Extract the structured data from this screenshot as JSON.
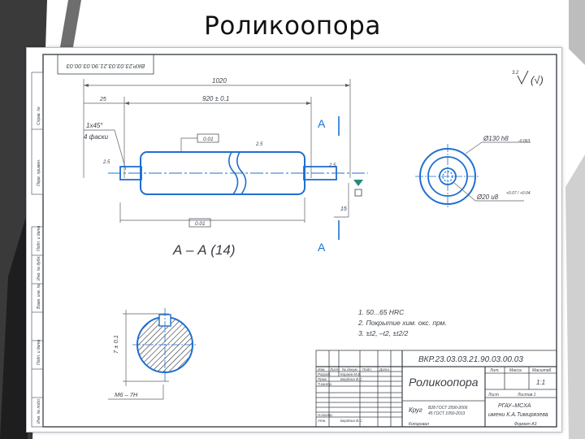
{
  "slide": {
    "title": "Роликоопора"
  },
  "drawing": {
    "doc_number": "ВКР.23.03.03.21.90.03.00.03",
    "doc_number_rotated": "ВКР.23.03.03.21.90.03.00.03",
    "roughness": "(√)",
    "roughness_value": "3.2",
    "dim_total": "1020",
    "dim_center": "920 ± 0.1",
    "dim_offset": "25",
    "chamfer": "1x45°",
    "chamfer_note": "4 фаски",
    "section_letter": "А",
    "section_label": "А – А (14)",
    "runout_top": "0.01",
    "runout_bottom": "0.01",
    "rough_small_1": "2.5",
    "rough_small_2": "2.5",
    "rough_small_3": "2.5",
    "dim_15": "15",
    "dia_outer": "Ø130 h8",
    "dia_outer_tol": "-0.063",
    "dia_inner": "Ø20 u8",
    "dia_inner_tol": "+0.07 / +0.04",
    "dim_flat": "7 ± 0.1",
    "thread": "M6 – 7H",
    "notes": [
      "1. 50...65   HRC",
      "2. Покрытие хим. окс. прм.",
      "3. ±t2, –t2, ±t2/2"
    ],
    "title_block": {
      "name": "Роликоопора",
      "number": "ВКР.23.03.03.21.90.03.00.03",
      "material": "Круг",
      "material_std1": "В28 ГОСТ 2590-2006",
      "material_std2": "45 ГОСТ 1050-2013",
      "org_line1": "РГАУ–МСХА",
      "org_line2": "имени К.А.Тимирязева",
      "scale": "1:1",
      "col_lit": "Лит.",
      "col_mass": "Масса",
      "col_scale": "Масштаб",
      "sheet": "Лист",
      "sheets": "Листов  1",
      "copied": "Копировал",
      "format": "Формат  А3",
      "row_izm": "Изм.",
      "row_list": "Лист",
      "row_ndoc": "№ докум.",
      "row_podp": "Подп.",
      "row_data": "Дата",
      "row_razrab": "Разраб.",
      "row_prov": "Пров.",
      "row_tkontr": "Т.контр.",
      "row_nkontr": "Н.контр.",
      "row_utv": "Утв.",
      "razrab_name": "Кораев М.В.",
      "prov_name": "Бердона В.С.",
      "utv_name": "Бердона В.С."
    },
    "side_labels": [
      "Перв. примен.",
      "Справ. №",
      "Подп. и дата",
      "Инв. № дубл.",
      "Взам. инв. №",
      "Подп. и дата",
      "Инв. № подл."
    ]
  }
}
